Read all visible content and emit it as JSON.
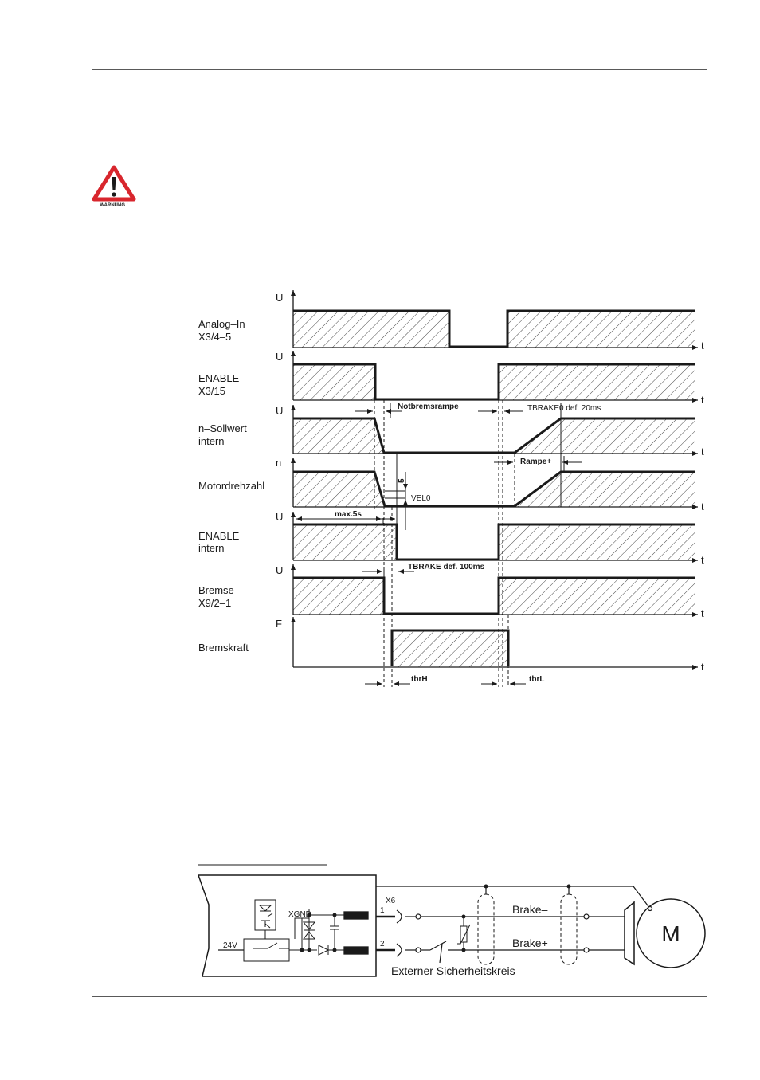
{
  "warning": {
    "icon": "warning-triangle-icon",
    "label": "WARNUNG !",
    "color": "#d8262d"
  },
  "timing": {
    "signals": [
      {
        "label_lines": [
          "Analog–In",
          "X3/4–5"
        ],
        "y_axis": "U"
      },
      {
        "label_lines": [
          "ENABLE",
          "X3/15"
        ],
        "y_axis": "U"
      },
      {
        "label_lines": [
          "n–Sollwert",
          "intern"
        ],
        "y_axis": "U"
      },
      {
        "label_lines": [
          "Motordrehzahl"
        ],
        "y_axis": "n"
      },
      {
        "label_lines": [
          "ENABLE",
          "intern"
        ],
        "y_axis": "U"
      },
      {
        "label_lines": [
          "Bremse",
          "X9/2–1"
        ],
        "y_axis": "U"
      },
      {
        "label_lines": [
          "Bremskraft"
        ],
        "y_axis": "F"
      }
    ],
    "time_axis": "t",
    "annotations": {
      "notbremsrampe": "Notbremsrampe",
      "tbrake0": "TBRAKE0  def.  20ms",
      "rampe_plus": "Rampe+",
      "five": "5",
      "velo": "VEL0",
      "max5s": "max.5s",
      "tbrake": "TBRAKE  def.  100ms",
      "tbrh": "tbrH",
      "tbrl": "tbrL"
    }
  },
  "circuit": {
    "x6": "X6",
    "xgnd": "XGND",
    "v24": "24V",
    "pin1": "1",
    "pin2": "2",
    "brake_minus": "Brake–",
    "brake_plus": "Brake+",
    "external": "Externer  Sicherheitskreis",
    "motor": "M"
  }
}
